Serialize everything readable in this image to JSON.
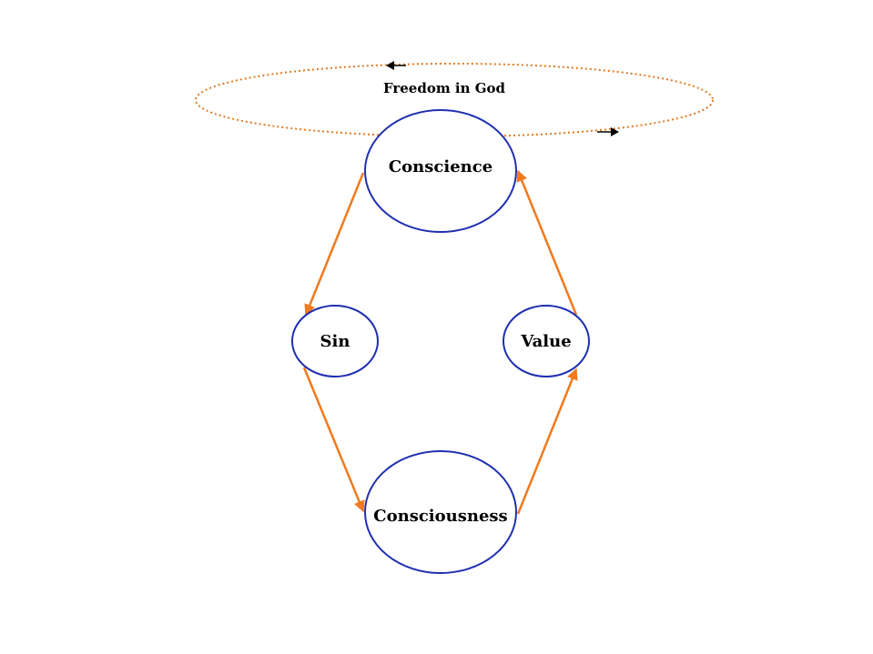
{
  "colors": {
    "node_outline": "#1f2fb0",
    "flow_arrow": "#f07a1e",
    "halo_ring": "#e07a20",
    "halo_arrowheads": "#000000",
    "background": "#ffffff"
  },
  "halo": {
    "label": "Freedom in God"
  },
  "nodes": {
    "conscience": "Conscience",
    "sin": "Sin",
    "value": "Value",
    "consciousness": "Consciousness"
  }
}
